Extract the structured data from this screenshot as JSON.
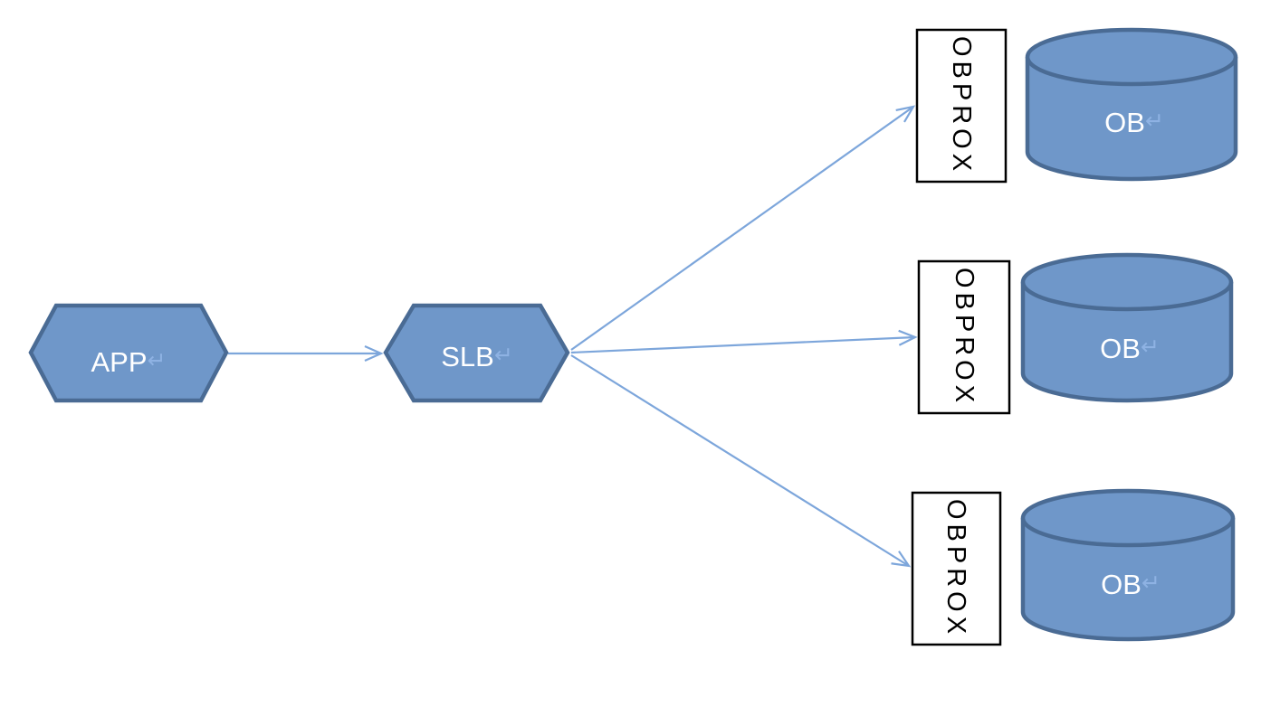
{
  "colors": {
    "background": "#FFFFFF",
    "shape_fill": "#6F97C9",
    "shape_stroke": "#4A6B94",
    "line_color": "#7DA6DB",
    "node_text": "#FFFFFF",
    "return_mark": "#8EB2E3",
    "box_fill": "#FFFFFF",
    "box_stroke": "#000000",
    "box_text": "#000000"
  },
  "nodes": {
    "app": {
      "label": "APP",
      "return_mark": "↵"
    },
    "slb": {
      "label": "SLB",
      "return_mark": "↵"
    },
    "proxies": [
      {
        "label": "OBPROX"
      },
      {
        "label": "OBPROX"
      },
      {
        "label": "OBPROX"
      }
    ],
    "databases": [
      {
        "label": "OB",
        "return_mark": "↵"
      },
      {
        "label": "OB",
        "return_mark": "↵"
      },
      {
        "label": "OB",
        "return_mark": "↵"
      }
    ]
  },
  "edges": [
    {
      "from": "APP",
      "to": "SLB"
    },
    {
      "from": "SLB",
      "to": "OBPROX-1"
    },
    {
      "from": "SLB",
      "to": "OBPROX-2"
    },
    {
      "from": "SLB",
      "to": "OBPROX-3"
    }
  ]
}
